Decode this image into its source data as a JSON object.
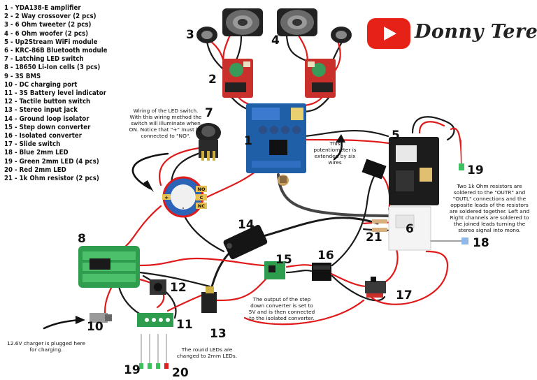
{
  "parts_list": [
    "1 - YDA138-E amplifier",
    "2 - 2 Way crossover (2 pcs)",
    "3 - 6 Ohm tweeter (2 pcs)",
    "4 - 6 Ohm woofer (2 pcs)",
    "5 - Up2Stream WiFi module",
    "6 - KRC-86B Bluetooth module",
    "7 - Latching LED switch",
    "8 - 18650 Li-Ion cells (3 pcs)",
    "9 - 3S BMS",
    "10 - DC charging port",
    "11 - 3S Battery level indicator",
    "12 - Tactile button switch",
    "13 - Stereo input jack",
    "14 - Ground loop isolator",
    "15 - Step down converter",
    "16 - Isolated converter",
    "17 - Slide switch",
    "18 - Blue 2mm LED",
    "19 - Green 2mm LED (4 pcs)",
    "20 - Red 2mm LED",
    "21 - 1k Ohm resistor (2 pcs)"
  ],
  "brand": {
    "name": "Donny Terek",
    "play_color": "#e62117"
  },
  "numbers": {
    "n1": "1",
    "n2": "2",
    "n3": "3",
    "n4": "4",
    "n5": "5",
    "n6": "6",
    "n7": "7",
    "n8": "8",
    "n10": "10",
    "n11": "11",
    "n12": "12",
    "n13": "13",
    "n14": "14",
    "n15": "15",
    "n16": "16",
    "n17": "17",
    "n18": "18",
    "n19a": "19",
    "n19b": "19",
    "n20": "20",
    "n21": "21"
  },
  "notes": {
    "led_switch": "Wiring of the LED switch. With this wiring method the switch will illuminate when ON. Notice that \"+\" must be connected to \"NO\".",
    "potentiometer": "This potentiometer is extended by six wires",
    "resistors": "Two 1k Ohm resistors are soldered to the \"OUTR\" and \"OUTL\" connections and the opposite leads of the resistors are soldered together. Left and Right channels are soldered to the joined leads turning the stereo signal into mono.",
    "step_down": "The output of the step down converter is set to 5V and is then connected to the isolated converter.",
    "leds": "The round LEDs are changed to 2mm LEDs.",
    "charger": "12.6V charger is plugged here for charging."
  },
  "switch_labels": {
    "no": "NO",
    "c": "C",
    "nc": "NC",
    "plus": "+",
    "minus": "-"
  },
  "colors": {
    "wire_red": "#e01a1a",
    "wire_black": "#1a1a1a",
    "board_red": "#c9302c",
    "board_blue": "#1f5fa8",
    "board_green": "#2e9e4e"
  }
}
